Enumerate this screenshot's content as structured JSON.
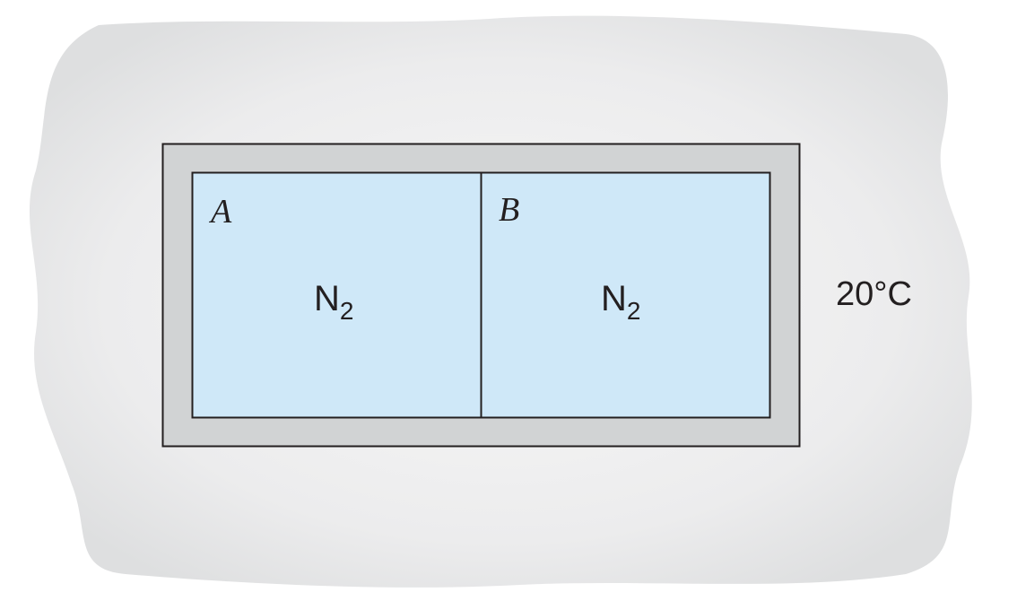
{
  "colors": {
    "surroundings": "#e4e5e6",
    "insulation": "#d1d3d4",
    "gas": "#cfe8f8",
    "stroke": "#231f20"
  },
  "compartments": [
    {
      "label": "A",
      "gas": "N",
      "gas_subscript": "2"
    },
    {
      "label": "B",
      "gas": "N",
      "gas_subscript": "2"
    }
  ],
  "surroundings": {
    "temperature": "20°C"
  }
}
